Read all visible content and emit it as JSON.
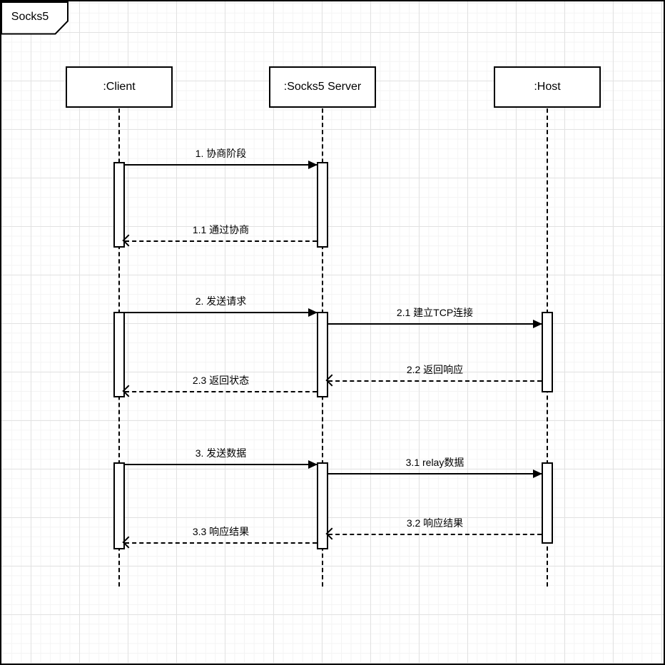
{
  "diagram": {
    "frame_label": "Socks5",
    "type": "uml-sequence-diagram",
    "lifelines": [
      {
        "id": "client",
        "label": ":Client"
      },
      {
        "id": "server",
        "label": ":Socks5 Server"
      },
      {
        "id": "host",
        "label": ":Host"
      }
    ],
    "messages": [
      {
        "label": "1. 协商阶段",
        "from": "client",
        "to": "server",
        "style": "solid"
      },
      {
        "label": "1.1 通过协商",
        "from": "server",
        "to": "client",
        "style": "dashed"
      },
      {
        "label": "2. 发送请求",
        "from": "client",
        "to": "server",
        "style": "solid"
      },
      {
        "label": "2.1 建立TCP连接",
        "from": "server",
        "to": "host",
        "style": "solid"
      },
      {
        "label": "2.2 返回响应",
        "from": "host",
        "to": "server",
        "style": "dashed"
      },
      {
        "label": "2.3 返回状态",
        "from": "server",
        "to": "client",
        "style": "dashed"
      },
      {
        "label": "3. 发送数据",
        "from": "client",
        "to": "server",
        "style": "solid"
      },
      {
        "label": "3.1 relay数据",
        "from": "server",
        "to": "host",
        "style": "solid"
      },
      {
        "label": "3.2 响应结果",
        "from": "host",
        "to": "server",
        "style": "dashed"
      },
      {
        "label": "3.3 响应结果",
        "from": "server",
        "to": "client",
        "style": "dashed"
      }
    ],
    "colors": {
      "stroke": "#000000",
      "background": "#ffffff",
      "grid_minor": "#f4f4f4",
      "grid_major": "#e2e2e2"
    }
  }
}
